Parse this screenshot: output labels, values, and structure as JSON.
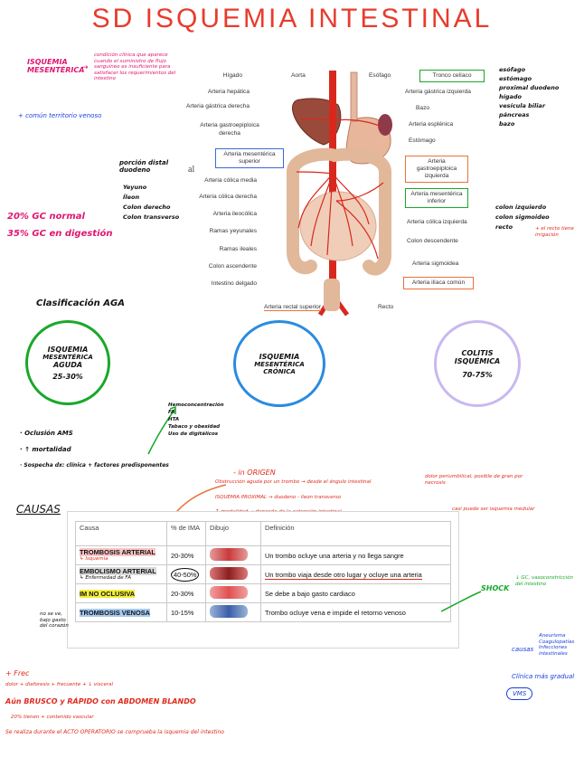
{
  "title": "SD ISQUEMIA INTESTINAL",
  "left_notes": {
    "isquemia_label": "ISQUEMIA MESENTÉRICA",
    "isquemia_def": "condición clínica que aparece cuando el suministro de flujo sanguíneo es insuficiente para satisfacer los requerimientos del intestino",
    "territorio": "+ común territorio venoso",
    "porcion_list_title": "porción distal duodeno",
    "porcion_items": [
      "Yeyuno",
      "Íleon",
      "Colon derecho",
      "Colon transverso"
    ],
    "stat_1": "20% GC normal",
    "stat_2": "35% GC en digestión"
  },
  "right_notes": {
    "top_list": [
      "esófago",
      "estómago",
      "proximal duodeno",
      "hígado",
      "vesícula biliar",
      "páncreas",
      "bazo"
    ],
    "colon_list": [
      "colon izquierdo",
      "colon sigmoideo",
      "recto"
    ],
    "recto_note": "+ el recto tiene irrigación"
  },
  "diagram": {
    "labels_left": [
      "Hígado",
      "Arteria hepática",
      "Arteria gástrica derecha",
      "Arteria gastroepiploica derecha",
      "Arteria mesentérica superior",
      "Arteria cólica media",
      "Arteria cólica derecha",
      "Arteria ileocólica",
      "Ramas yeyunales",
      "Ramas ileales",
      "Colon ascendente",
      "Intestino delgado"
    ],
    "labels_top": [
      "Aorta",
      "Esófago"
    ],
    "labels_right": [
      "Tronco celíaco",
      "Arteria gástrica izquierda",
      "Bazo",
      "Arteria esplénica",
      "Estómago",
      "Arteria gastroepiploica izquierda",
      "Arteria mesentérica inferior",
      "Arteria cólica izquierda",
      "Colon descendente",
      "Arteria sigmoidea",
      "Arteria ilíaca común"
    ],
    "labels_bottom": [
      "Arteria rectal superior",
      "Recto"
    ],
    "al_mark": "al"
  },
  "classification": {
    "title": "Clasificación AGA",
    "circles": [
      {
        "lines": [
          "ISQUEMIA",
          "MESENTÉRICA",
          "AGUDA"
        ],
        "pct": "25-30%",
        "color": "#1aa82a"
      },
      {
        "lines": [
          "ISQUEMIA",
          "MESENTÉRICA",
          "CRÓNICA"
        ],
        "pct": "",
        "color": "#2a8be0"
      },
      {
        "lines": [
          "COLITIS",
          "ISQUÉMICA"
        ],
        "pct": "70-75%",
        "color": "#c9b8f0"
      }
    ],
    "bullets": [
      "Oclusión AMS",
      "↑ mortalidad",
      "Sospecha dx: clínica + factores predisponentes"
    ],
    "risk_list": [
      "Hemoconcentración",
      "FA",
      "HTA",
      "Tabaco y obesidad",
      "Uso de digitálicos"
    ]
  },
  "causes": {
    "heading": "CAUSAS",
    "columns": [
      "Causa",
      "% de IMA",
      "Dibujo",
      "Definición"
    ],
    "rows": [
      {
        "name": "TROMBOSIS ARTERIAL",
        "sub": "↳ Isquemia",
        "pct": "20-30%",
        "def": "Un trombo ocluye una arteria y no llega sangre",
        "hl": "hl-red"
      },
      {
        "name": "EMBOLISMO ARTERIAL",
        "sub": "↳ Enfermedad de FA",
        "pct": "40-50%",
        "def": "Un trombo viaja desde otro lugar y ocluye una arteria",
        "hl": "hl-gray"
      },
      {
        "name": "IM NO OCLUSIVA",
        "sub": "",
        "pct": "20-30%",
        "def": "Se debe a bajo gasto cardiaco",
        "hl": "hl-yellow"
      },
      {
        "name": "TROMBOSIS VENOSA",
        "sub": "",
        "pct": "10-15%",
        "def": "Trombo ocluye vena e impide el retorno venoso",
        "hl": "hl-blue"
      }
    ]
  },
  "origin_notes": {
    "origin_title": "ORIGEN",
    "line_1": "Obstrucción aguda por un trombo → desde el ángulo intestinal",
    "line_2": "ISQUEMIA PROXIMAL → duodeno - íleon transverso",
    "line_3": "↑ mortalidad → depende de la extensión intestinal",
    "side_note_1": "dolor periumbilical, posible de gran por necrosis",
    "side_note_2": "casi puede ser isquemia medular"
  },
  "shock": {
    "label": "SHOCK",
    "note": "↓ GC, vasoconstricción del intestino"
  },
  "causes_right": {
    "label": "causas",
    "items": [
      "Aneurisma",
      "Coagulopatías",
      "Infecciones intestinales"
    ],
    "note": "Clínica más gradual",
    "badge": "VMS"
  },
  "bottom_notes": {
    "frec": "+ Frec",
    "line_1": "dolor + diaforesis + frecuente + ↓ visceral",
    "line_2": "Aún BRUSCO y RÁPIDO con ABDOMEN BLANDO",
    "line_3": "20% tienen + contenido vascular",
    "line_4": "Se realiza durante el ACTO OPERATORIO se comprueba la isquemia del intestino"
  }
}
